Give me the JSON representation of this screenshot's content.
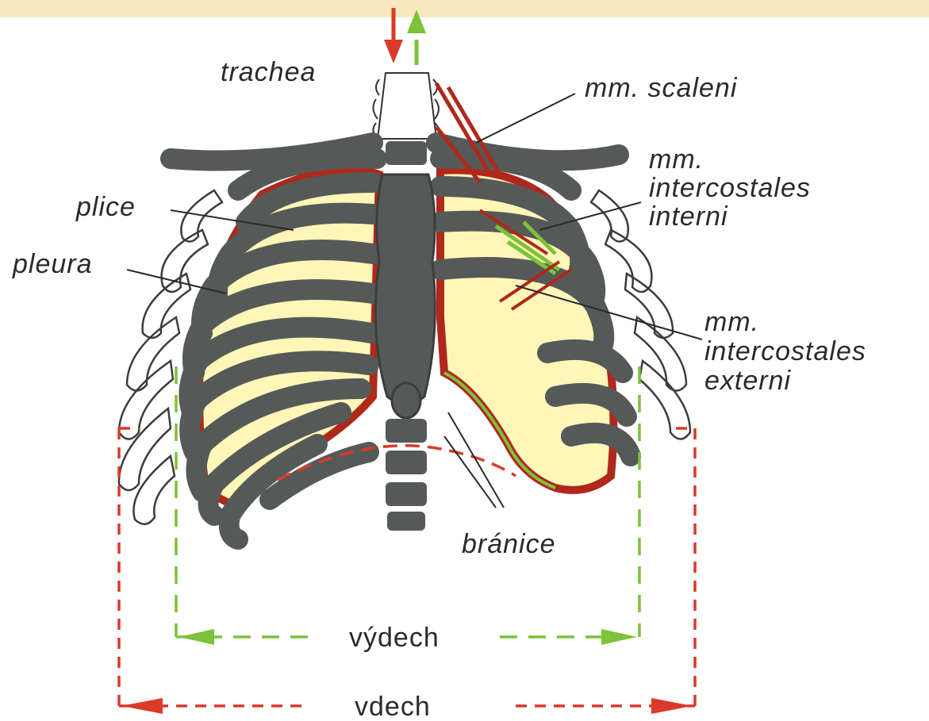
{
  "labels": {
    "trachea": "trachea",
    "scaleni": "mm. scaleni",
    "intercostales_interni": [
      "mm.",
      "intercostales",
      "interni"
    ],
    "plice": "plice",
    "pleura": "pleura",
    "intercostales_externi": [
      "mm.",
      "intercostales",
      "externi"
    ],
    "branice": "bránice",
    "vydech": "výdech",
    "vdech": "vdech"
  },
  "colors": {
    "exhale": "#7cc23a",
    "inhale": "#d93a2a",
    "lung": "#fff6b8",
    "bone": "#555a58",
    "pleura": "#b0281c",
    "header_band": "#f7e8c0"
  }
}
